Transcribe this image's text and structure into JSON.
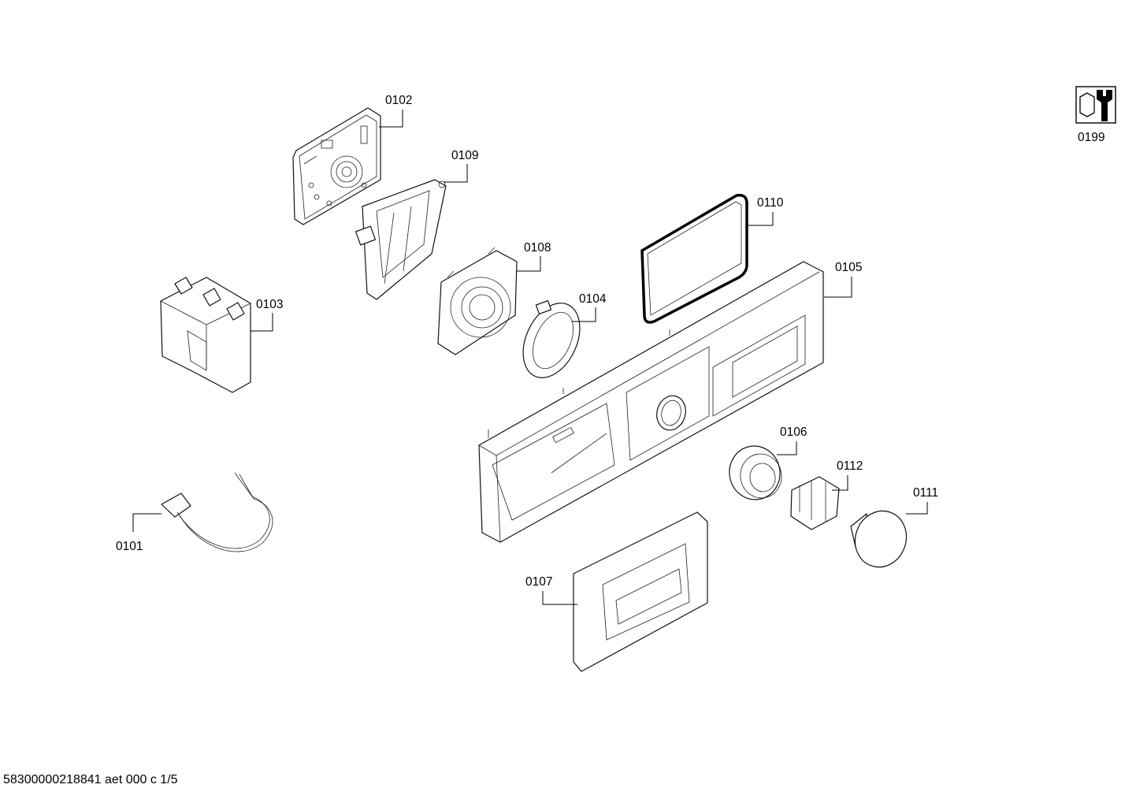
{
  "callouts": {
    "p0101": "0101",
    "p0102": "0102",
    "p0103": "0103",
    "p0104": "0104",
    "p0105": "0105",
    "p0106": "0106",
    "p0107": "0107",
    "p0108": "0108",
    "p0109": "0109",
    "p0110": "0110",
    "p0111": "0111",
    "p0112": "0112",
    "p0199": "0199"
  },
  "icons": {
    "service_kit": "wrench-nut-icon"
  },
  "footer": {
    "doc_id": "58300000218841 aet 000 c 1/5"
  }
}
